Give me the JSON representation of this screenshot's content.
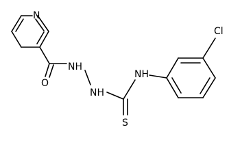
{
  "molecule": {
    "atoms": {
      "pyridine_n": "N",
      "carbonyl_o": "O",
      "hydrazide_nh_upper": "NH",
      "hydrazide_nh_lower": "NH",
      "thioamide_nh": "NH",
      "thione_s": "S",
      "chloro": "Cl"
    }
  }
}
